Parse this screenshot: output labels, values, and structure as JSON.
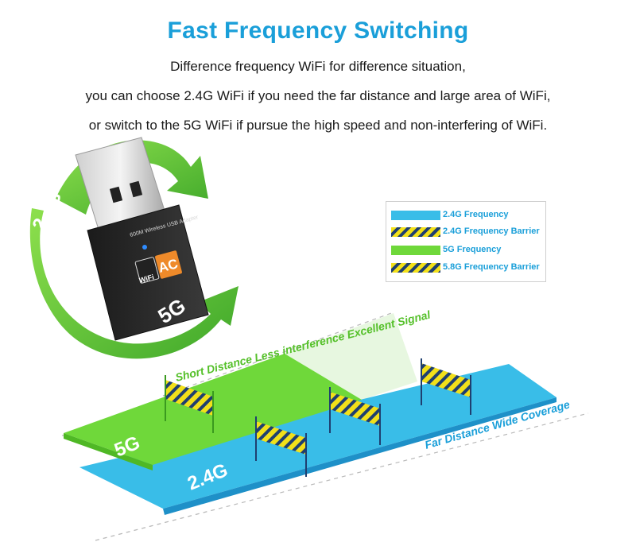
{
  "header": {
    "title": "Fast Frequency Switching",
    "lines": [
      "Difference frequency WiFi for difference situation,",
      "you can choose 2.4G WiFi if you need the far distance and large area of WiFi,",
      "or switch to the 5G WiFi if pursue the high speed and non-interfering of WiFi."
    ]
  },
  "device": {
    "label_2_4g": "2.4G",
    "label_5g": "5G",
    "badge_wifi": "WiFi",
    "badge_ac": "AC",
    "side_text": "600M Wireless USB Adapter"
  },
  "legend": {
    "items": [
      {
        "label": "2.4G Frequency"
      },
      {
        "label": "2.4G Frequency Barrier"
      },
      {
        "label": "5G Frequency"
      },
      {
        "label": "5.8G Frequency Barrier"
      }
    ]
  },
  "diagram": {
    "band_5g": "5G",
    "band_2_4g": "2.4G",
    "text_5g": "Short Distance  Less interference  Excellent Signal",
    "text_2_4g": "Far Distance  Wide Coverage"
  },
  "colors": {
    "accent": "#1a9fd9",
    "green": "#6fd83a",
    "blue": "#39bde8",
    "barrier_yellow": "#f2e01a",
    "barrier_navy": "#1f3f70"
  }
}
